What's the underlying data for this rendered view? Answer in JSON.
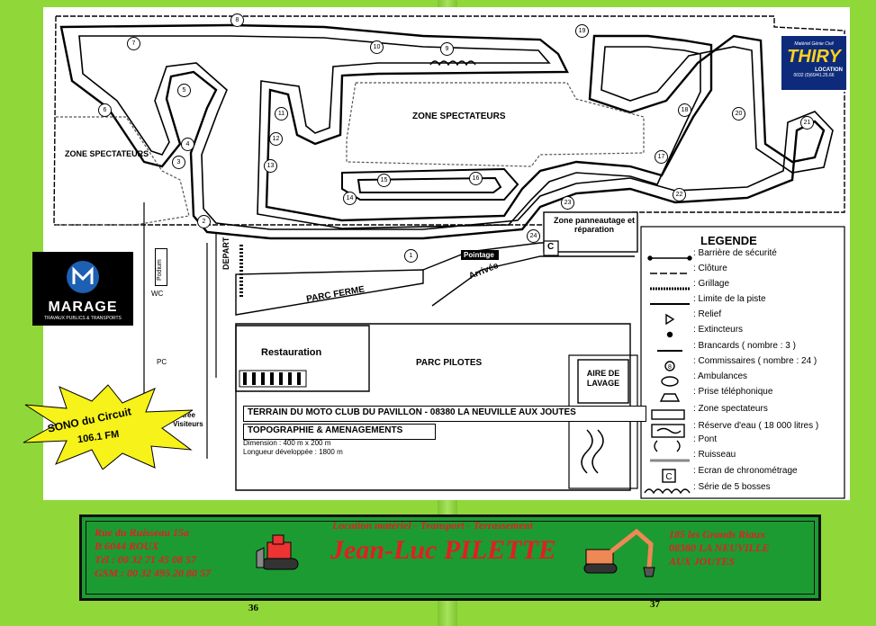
{
  "zones": {
    "spectateurs_center": "ZONE SPECTATEURS",
    "spectateurs_left": "ZONE SPECTATEURS",
    "panneautage": "Zone panneautage et réparation",
    "depart": "DEPART",
    "parc_ferme": "PARC FERME",
    "pointage": "Pointage",
    "arrivee": "Arrivée",
    "restauration": "Restauration",
    "parc_pilotes": "PARC PILOTES",
    "aire_lavage": "AIRE DE LAVAGE",
    "podium": "Podium",
    "wc": "WC",
    "pc": "PC",
    "entree": "Entrée Visiteurs",
    "chrono": "C"
  },
  "marshals": [
    "1",
    "2",
    "3",
    "4",
    "5",
    "6",
    "7",
    "8",
    "9",
    "10",
    "11",
    "12",
    "13",
    "14",
    "15",
    "16",
    "17",
    "18",
    "19",
    "20",
    "21",
    "22",
    "23",
    "24"
  ],
  "info": {
    "terrain": "TERRAIN DU MOTO CLUB DU PAVILLON - 08380 LA NEUVILLE AUX JOUTES",
    "topo": "TOPOGRAPHIE & AMENAGEMENTS",
    "dimension": "Dimension : 400 m x 200 m",
    "longueur": "Longueur développée : 1800 m"
  },
  "legend": {
    "title": "LEGENDE",
    "items": [
      ": Barrière de sécurité",
      ": Clôture",
      ": Grillage",
      ": Limite de la piste",
      ": Relief",
      ": Extincteurs",
      ": Brancards  ( nombre : 3 )",
      ": Commissaires  ( nombre : 24 )",
      ": Ambulances",
      ": Prise téléphonique",
      ": Zone spectateurs",
      ": Réserve d'eau  ( 18 000 litres )",
      ": Pont",
      ": Ruisseau",
      ": Ecran de chronométrage",
      ": Série de 5 bosses"
    ]
  },
  "sponsors": {
    "thiry_top": "Matériel Génie Civil",
    "thiry_name": "THIRY",
    "thiry_sub": "LOCATION",
    "thiry_phone": "0032 (0)60/41.25.66",
    "marage_name": "MARAGE",
    "marage_sub": "TRAVAUX PUBLICS & TRANSPORTS",
    "sono_line1": "SONO du Circuit",
    "sono_line2": "106.1 FM"
  },
  "footer": {
    "left": [
      "Rue du Ruisseau 15a",
      "B 6044 ROUX",
      "Tél : 00 32 71 45 08 57",
      "GSM : 00 32 495 20 80 57"
    ],
    "tagline": "Location matériel - Transport - Terrassement",
    "brand": "Jean-Luc PILETTE",
    "right": [
      "185 les Grands Riaux",
      "08380 LA NEUVILLE",
      "AUX JOUTES"
    ]
  },
  "pages": {
    "left": "36",
    "right": "37"
  },
  "colors": {
    "background": "#90d83a",
    "footer_bg": "#1c9b32",
    "footer_text": "#e02020",
    "thiry_bg": "#0d2b7a"
  }
}
